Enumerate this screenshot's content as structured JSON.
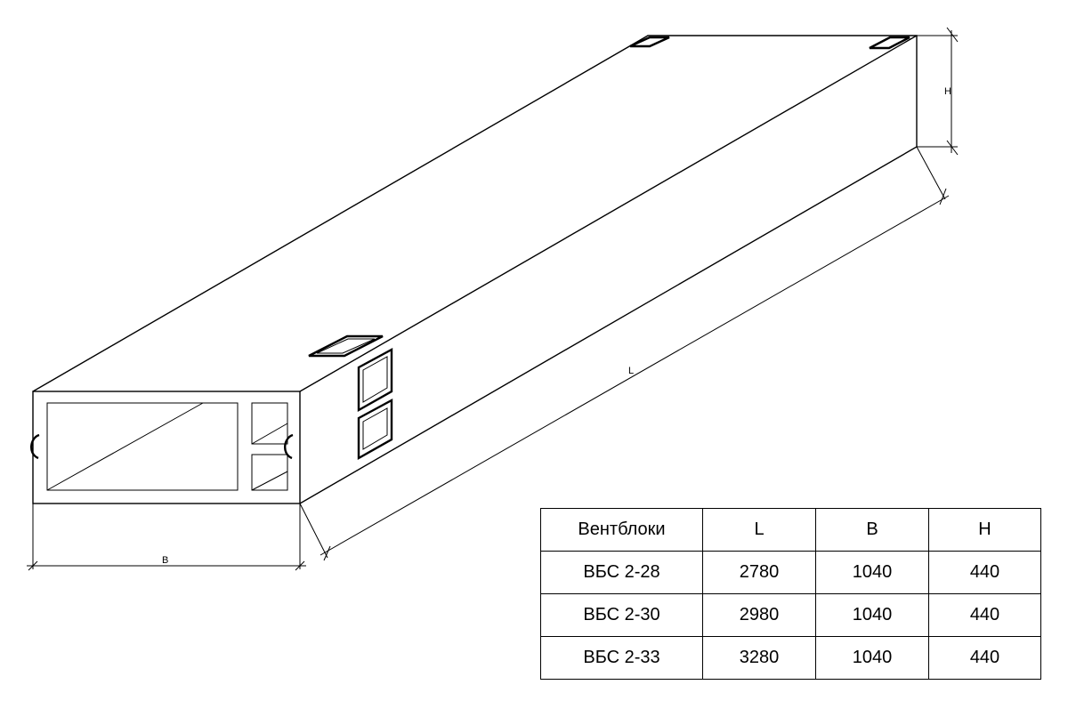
{
  "dimension_labels": {
    "length": "L",
    "width": "B",
    "height": "H"
  },
  "table": {
    "headers": [
      "Вентблоки",
      "L",
      "B",
      "H"
    ],
    "rows": [
      [
        "ВБС 2-28",
        "2780",
        "1040",
        "440"
      ],
      [
        "ВБС 2-30",
        "2980",
        "1040",
        "440"
      ],
      [
        "ВБС 2-33",
        "3280",
        "1040",
        "440"
      ]
    ]
  }
}
